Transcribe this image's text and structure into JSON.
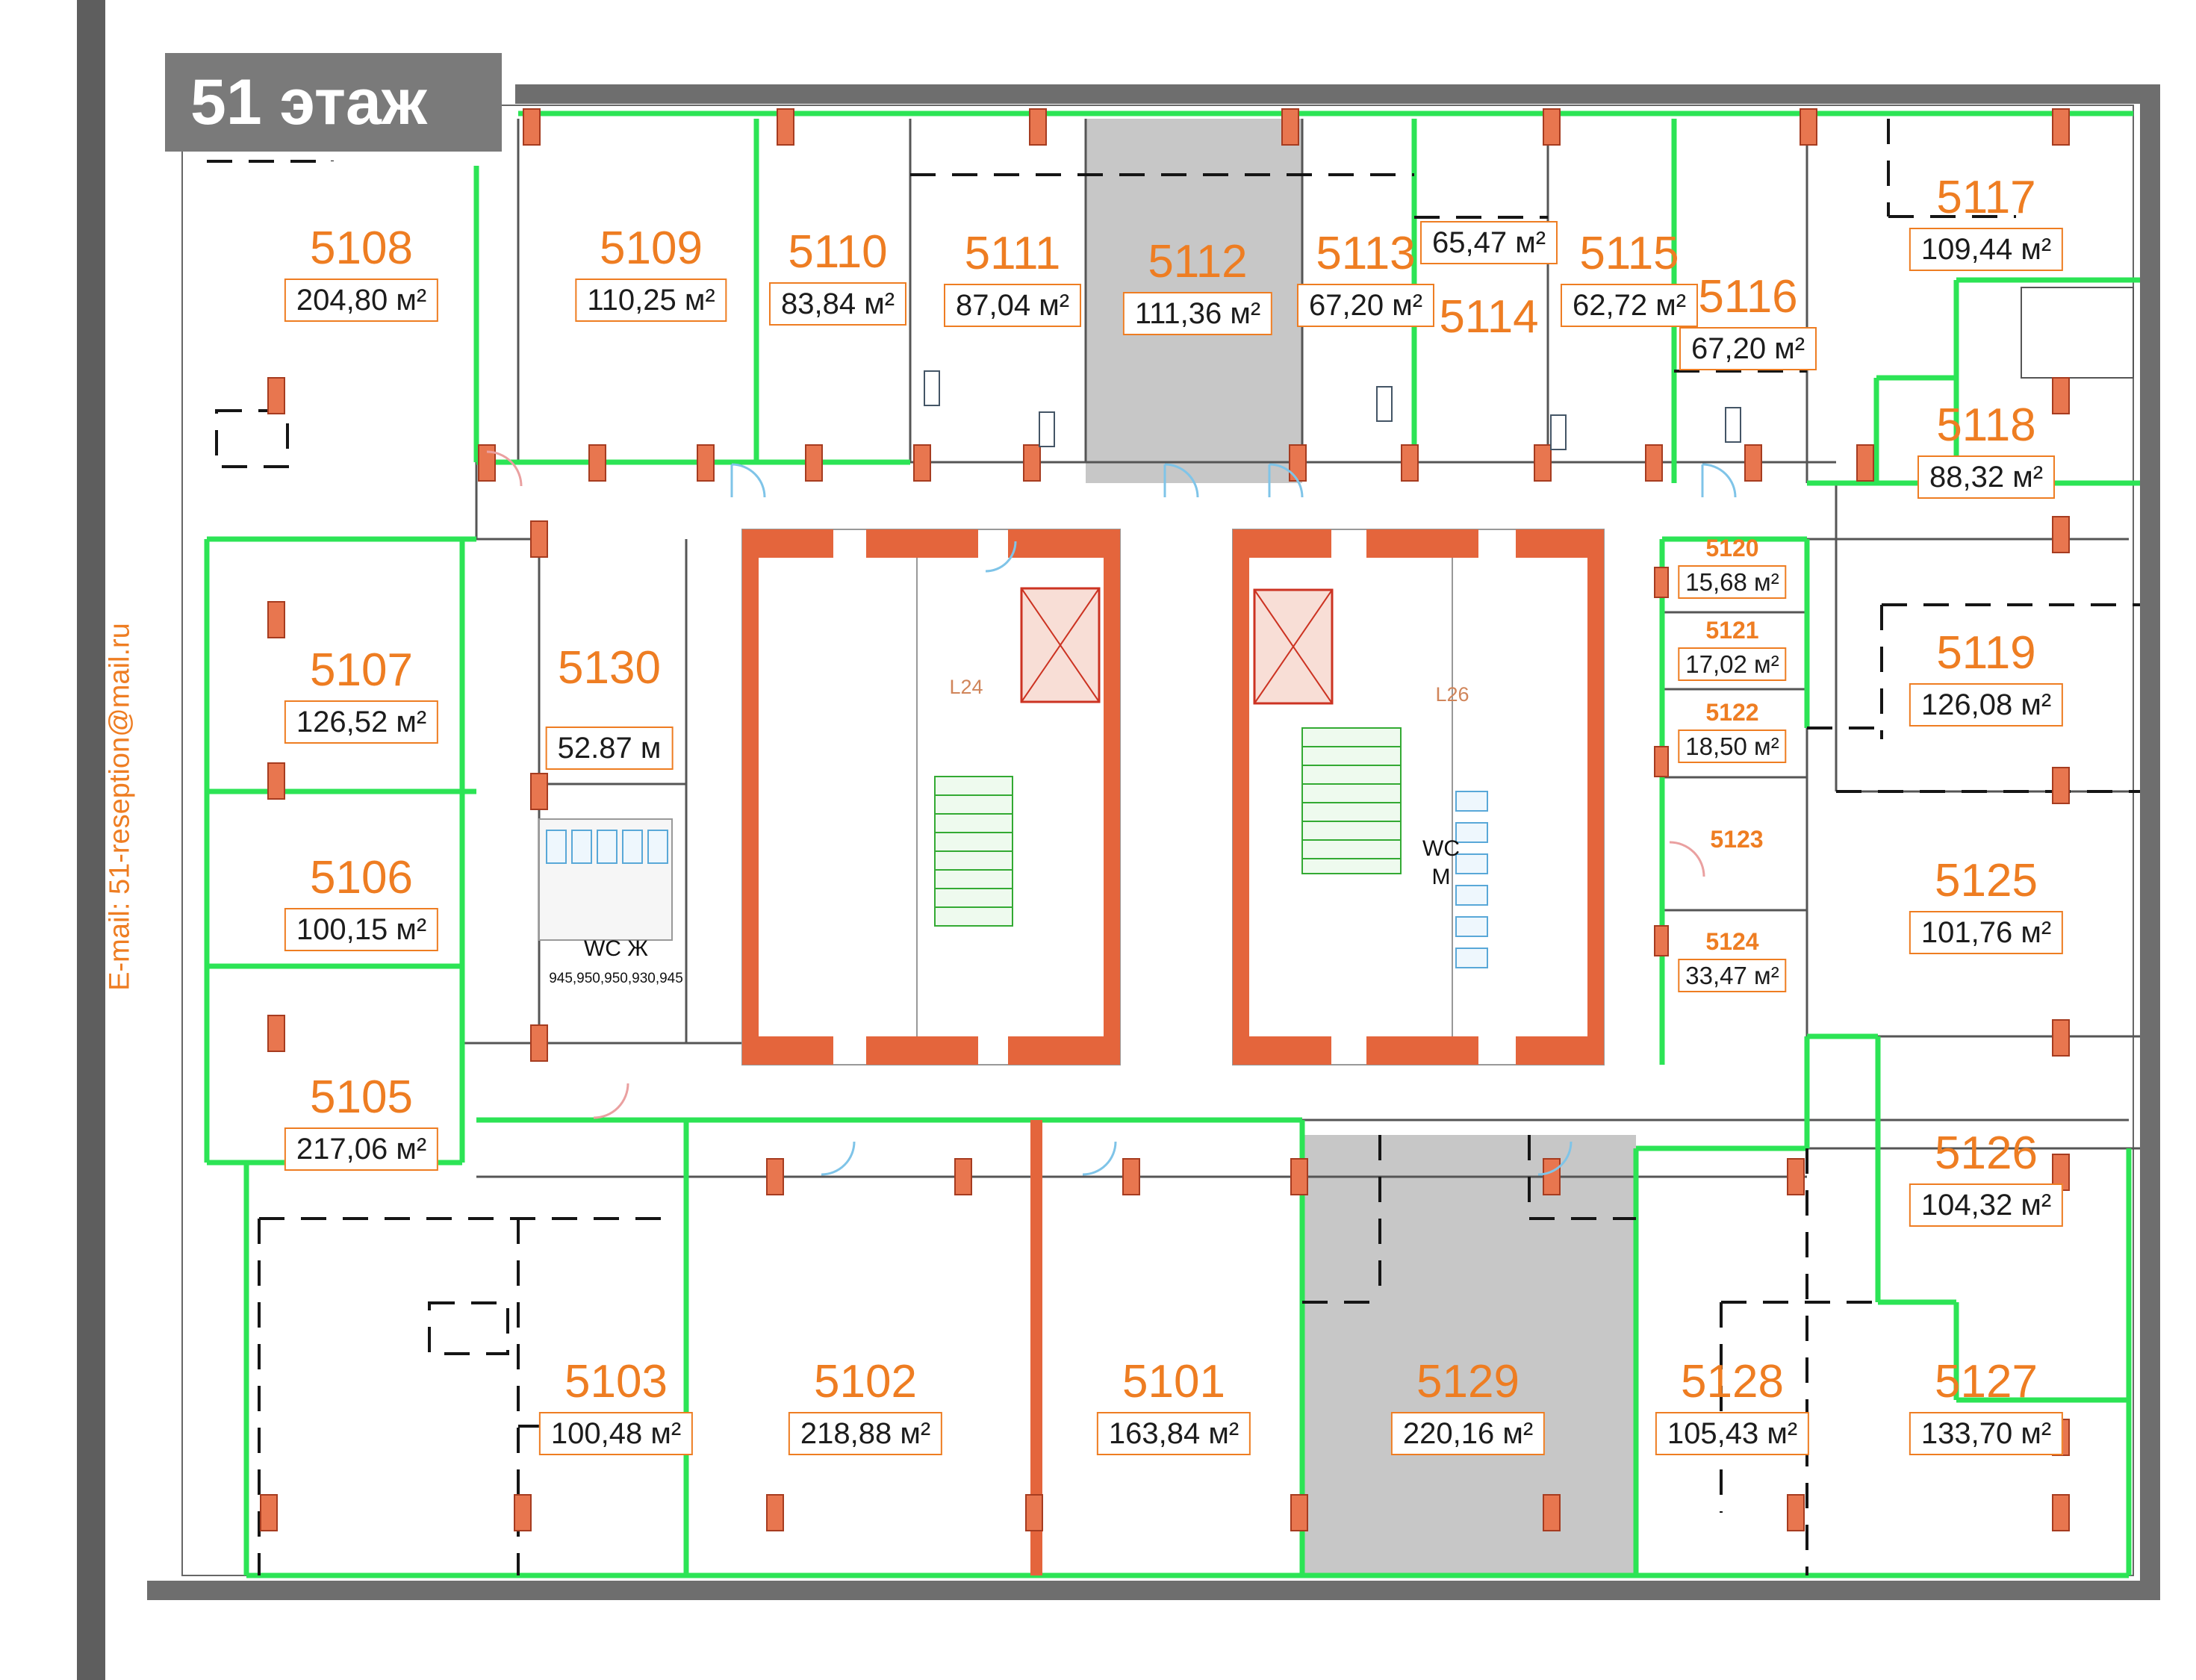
{
  "page": {
    "floor_label": "51 этаж",
    "email": "E-mail: 51-reseption@mail.ru",
    "accent_color": "#ee7d22",
    "boundary_green": "#2ce455",
    "wall_orange": "#e4653c",
    "shaded_gray": "#c7c7c7"
  },
  "units": {
    "u5101": {
      "id": "5101",
      "area": "163,84 м²"
    },
    "u5102": {
      "id": "5102",
      "area": "218,88 м²"
    },
    "u5103": {
      "id": "5103",
      "area": "100,48 м²"
    },
    "u5105": {
      "id": "5105",
      "area": "217,06 м²"
    },
    "u5106": {
      "id": "5106",
      "area": "100,15 м²"
    },
    "u5107": {
      "id": "5107",
      "area": "126,52 м²"
    },
    "u5108": {
      "id": "5108",
      "area": "204,80 м²"
    },
    "u5109": {
      "id": "5109",
      "area": "110,25 м²"
    },
    "u5110": {
      "id": "5110",
      "area": "83,84 м²"
    },
    "u5111": {
      "id": "5111",
      "area": "87,04 м²"
    },
    "u5112": {
      "id": "5112",
      "area": "111,36 м²"
    },
    "u5113": {
      "id": "5113",
      "area": "67,20 м²"
    },
    "u5114": {
      "id": "5114",
      "area": "65,47 м²"
    },
    "u5115": {
      "id": "5115",
      "area": "62,72 м²"
    },
    "u5116": {
      "id": "5116",
      "area": "67,20 м²"
    },
    "u5117": {
      "id": "5117",
      "area": "109,44 м²"
    },
    "u5118": {
      "id": "5118",
      "area": "88,32 м²"
    },
    "u5119": {
      "id": "5119",
      "area": "126,08 м²"
    },
    "u5120": {
      "id": "5120",
      "area": "15,68 м²"
    },
    "u5121": {
      "id": "5121",
      "area": "17,02 м²"
    },
    "u5122": {
      "id": "5122",
      "area": "18,50 м²"
    },
    "u5123": {
      "id": "5123"
    },
    "u5124": {
      "id": "5124",
      "area": "33,47 м²"
    },
    "u5125": {
      "id": "5125",
      "area": "101,76 м²"
    },
    "u5126": {
      "id": "5126",
      "area": "104,32 м²"
    },
    "u5127": {
      "id": "5127",
      "area": "133,70 м²"
    },
    "u5128": {
      "id": "5128",
      "area": "105,43 м²"
    },
    "u5129": {
      "id": "5129",
      "area": "220,16 м²"
    },
    "u5130": {
      "id": "5130",
      "area": "52.87 м"
    }
  },
  "core": {
    "wc_women": "WC Ж",
    "wc_women_dims": "945,950,950,930,945",
    "wc_men": "WC\nМ",
    "lift_left": "L24",
    "lift_right": "L26"
  }
}
